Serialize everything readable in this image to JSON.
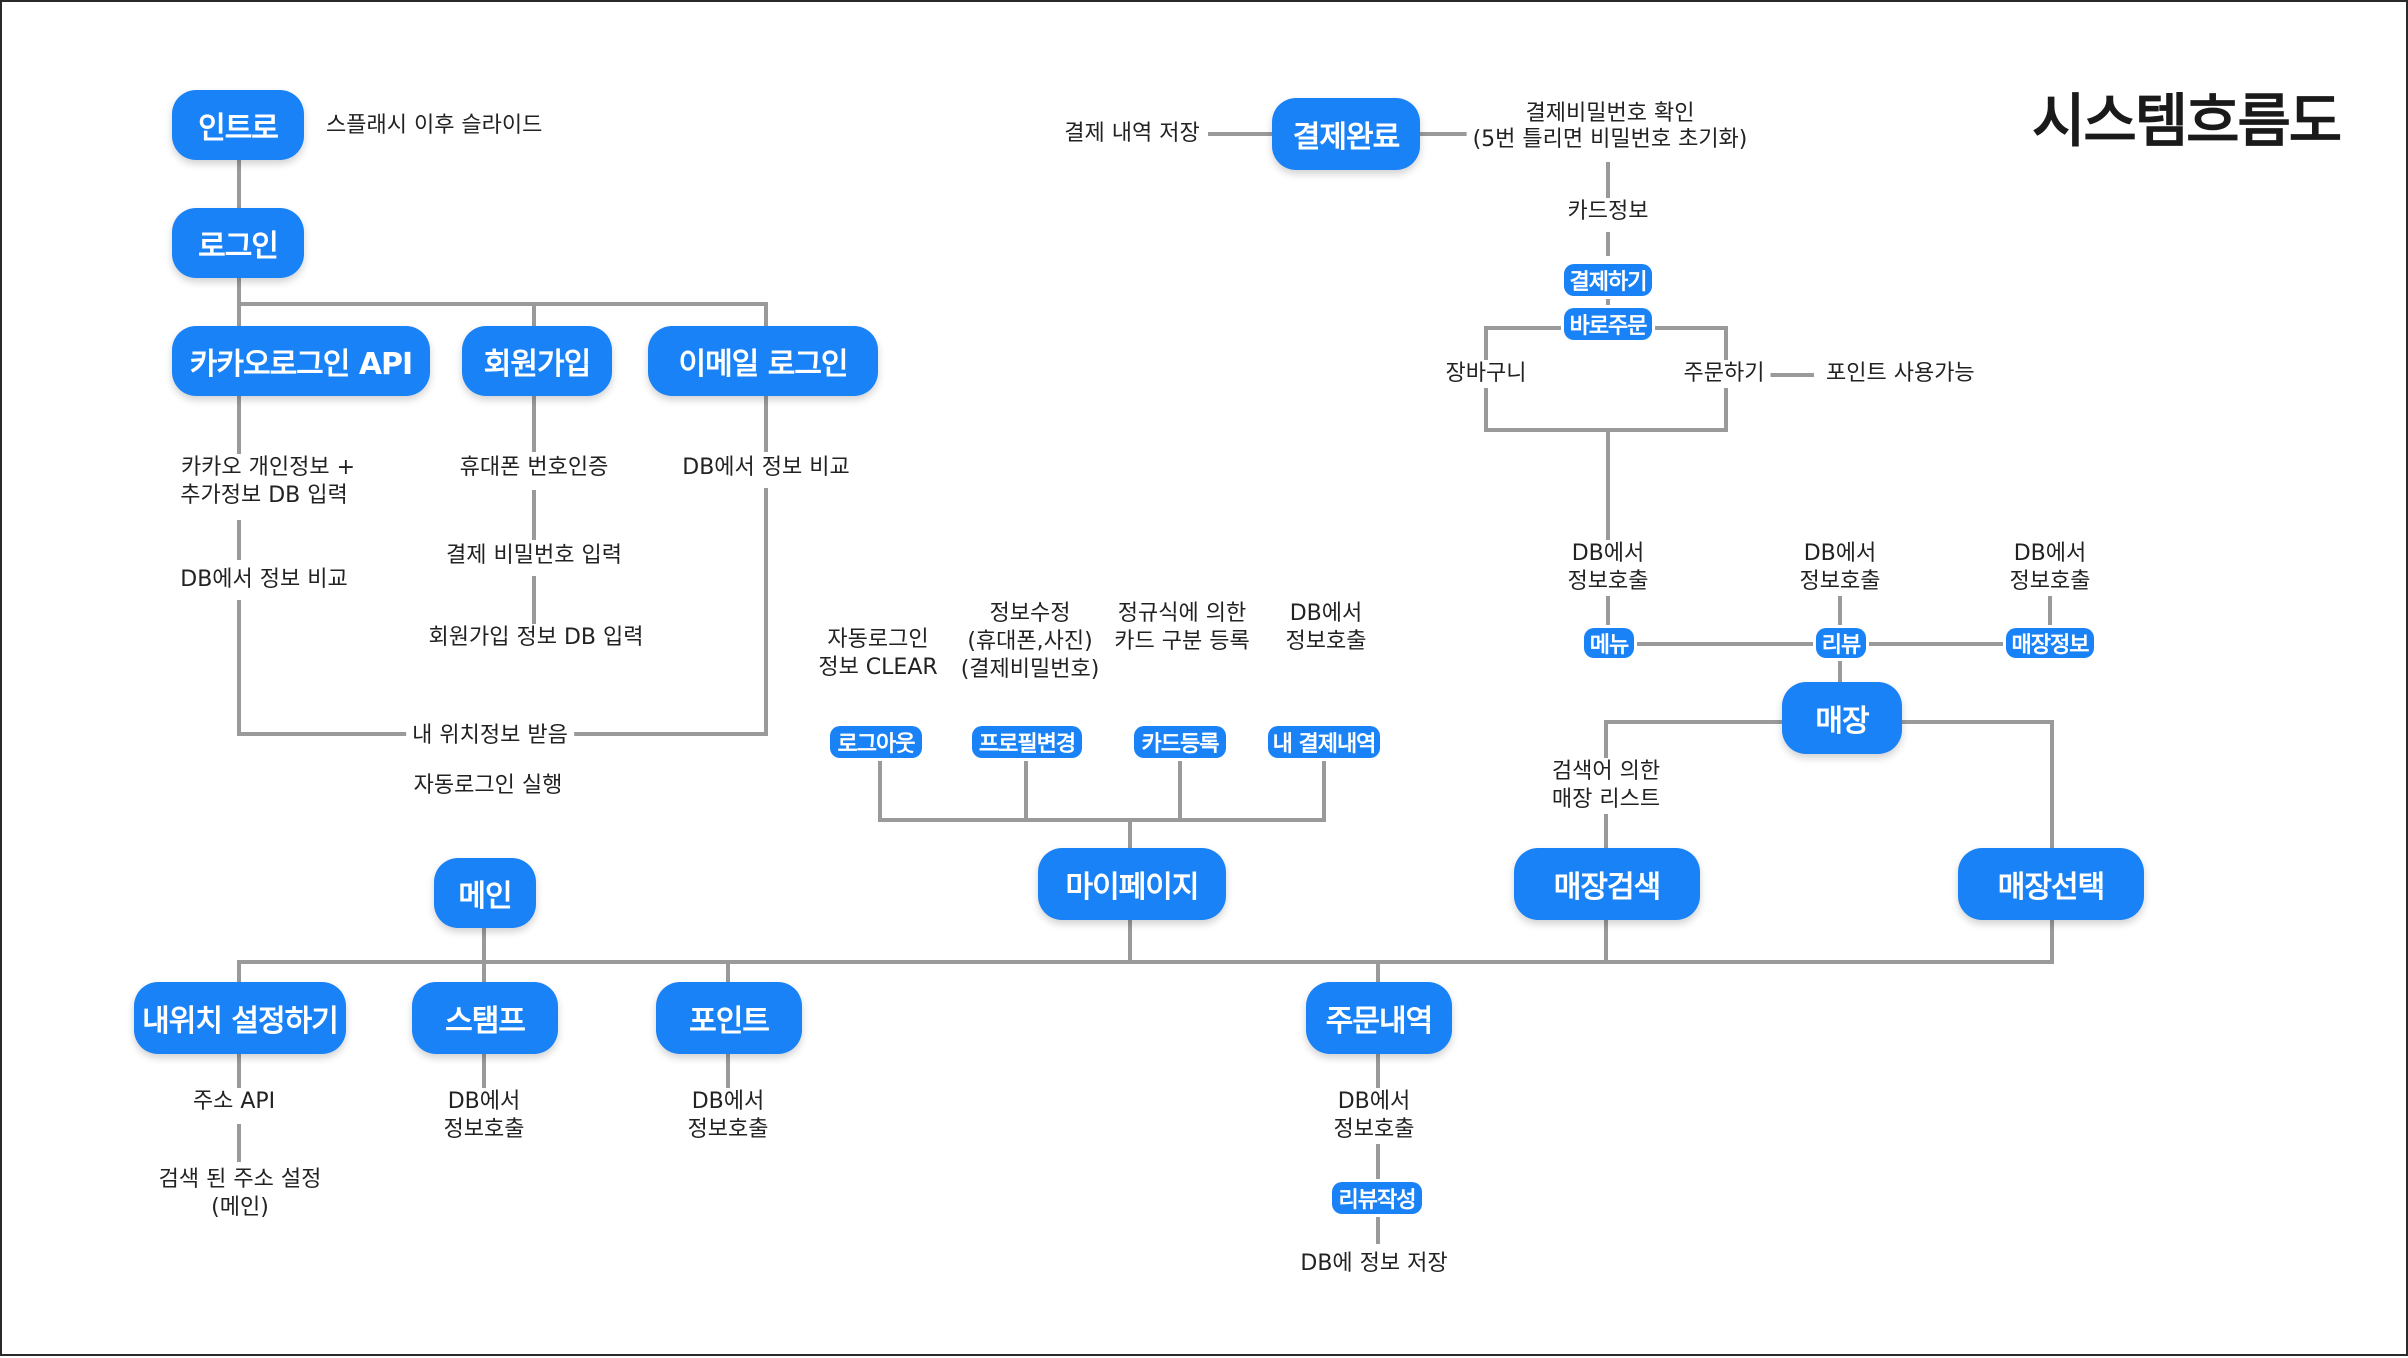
{
  "title": "시스템흐름도",
  "colors": {
    "node": "#1a82f7",
    "line": "#9a9a9a",
    "text": "#222222"
  },
  "nodes": {
    "intro": "인트로",
    "login": "로그인",
    "kakao_login": "카카오로그인 API",
    "signup": "회원가입",
    "email_login": "이메일 로그인",
    "main": "메인",
    "mypage": "마이페이지",
    "store_search": "매장검색",
    "store_select": "매장선택",
    "store": "매장",
    "payment_done": "결제완료",
    "my_location": "내위치 설정하기",
    "stamp": "스탬프",
    "point": "포인트",
    "order_history": "주문내역"
  },
  "pills": {
    "pay": "결제하기",
    "direct_order": "바로주문",
    "menu": "메뉴",
    "review": "리뷰",
    "store_info": "매장정보",
    "logout": "로그아웃",
    "profile_edit": "프로필변경",
    "card_register": "카드등록",
    "my_payments": "내 결제내역",
    "write_review": "리뷰작성"
  },
  "labels": {
    "intro_note": "스플래시 이후 슬라이드",
    "kakao_note_1": "카카오 개인정보 +",
    "kakao_note_2": "추가정보 DB 입력",
    "kakao_db_compare": "DB에서 정보 비교",
    "phone_verify": "휴대폰 번호인증",
    "pay_pw_input": "결제 비밀번호 입력",
    "signup_db": "회원가입 정보 DB 입력",
    "email_db_compare": "DB에서 정보 비교",
    "receive_location": "내 위치정보 받음",
    "auto_login": "자동로그인 실행",
    "auto_login_clear_1": "자동로그인",
    "auto_login_clear_2": "정보 CLEAR",
    "info_edit_1": "정보수정",
    "info_edit_2": "(휴대폰,사진)",
    "info_edit_3": "(결제비밀번호)",
    "regex_card_1": "정규식에 의한",
    "regex_card_2": "카드 구분 등록",
    "mp_db_1": "DB에서",
    "mp_db_2": "정보호출",
    "pay_history_save": "결제 내역 저장",
    "pay_pw_check_1": "결제비밀번호 확인",
    "pay_pw_check_2": "(5번 틀리면 비밀번호 초기화)",
    "card_info": "카드정보",
    "cart": "장바구니",
    "order": "주문하기",
    "point_available": "포인트 사용가능",
    "menu_db_1": "DB에서",
    "menu_db_2": "정보호출",
    "review_db_1": "DB에서",
    "review_db_2": "정보호출",
    "storeinfo_db_1": "DB에서",
    "storeinfo_db_2": "정보호출",
    "search_list_1": "검색어 의한",
    "search_list_2": "매장 리스트",
    "address_api": "주소 API",
    "address_set_1": "검색 된 주소 설정",
    "address_set_2": "(메인)",
    "stamp_db_1": "DB에서",
    "stamp_db_2": "정보호출",
    "point_db_1": "DB에서",
    "point_db_2": "정보호출",
    "order_db_1": "DB에서",
    "order_db_2": "정보호출",
    "db_save": "DB에 정보 저장"
  }
}
